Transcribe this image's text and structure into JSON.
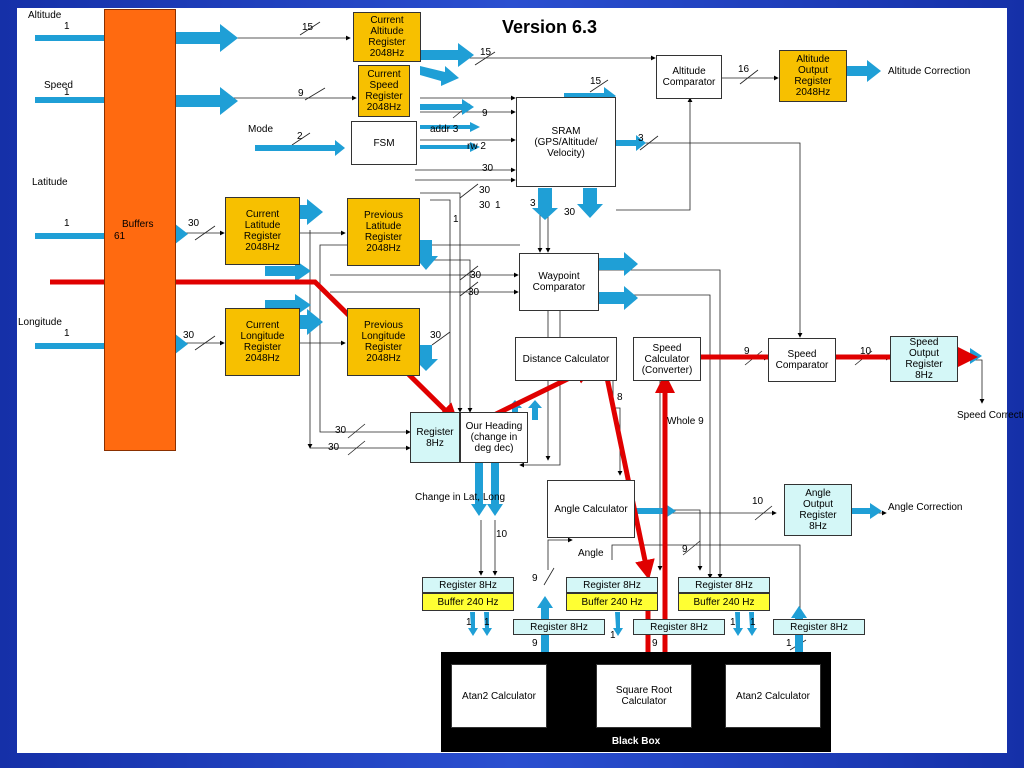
{
  "title": "Version 6.3",
  "inputs": {
    "altitude": "Altitude",
    "speed": "Speed",
    "mode": "Mode",
    "latitude": "Latitude",
    "longitude": "Longitude"
  },
  "buffers": {
    "label": "Buffers",
    "width": "61"
  },
  "registers": {
    "current_altitude": "Current\nAltitude\nRegister\n2048Hz",
    "current_speed": "Current\nSpeed\nRegister\n2048Hz",
    "current_latitude": "Current\nLatitude\nRegister\n2048Hz",
    "current_longitude": "Current\nLongitude\nRegister\n2048Hz",
    "previous_latitude": "Previous\nLatitude\nRegister\n2048Hz",
    "previous_longitude": "Previous\nLongitude\nRegister\n2048Hz",
    "altitude_output": "Altitude\nOutput\nRegister\n2048Hz",
    "speed_output": "Speed\nOutput\nRegister\n8Hz",
    "angle_output": "Angle\nOutput\nRegister\n8Hz",
    "register_8hz": "Register\n8Hz"
  },
  "blocks": {
    "fsm": "FSM",
    "sram": "SRAM\n(GPS/Altitude/\nVelocity)",
    "altitude_comparator": "Altitude\nComparator",
    "waypoint_comparator": "Waypoint\nComparator",
    "distance_calculator": "Distance Calculator",
    "speed_calculator": "Speed\nCalculator\n(Converter)",
    "speed_comparator": "Speed\nComparator",
    "our_heading": "Our Heading\n(change in\ndeg dec)",
    "angle_calculator": "Angle Calculator"
  },
  "bottom_row": {
    "register_8hz": "Register 8Hz",
    "buffer_240hz": "Buffer 240 Hz"
  },
  "black_box": {
    "title": "Black Box",
    "atan2_left": "Atan2 Calculator",
    "sqrt": "Square Root\nCalculator",
    "atan2_right": "Atan2 Calculator"
  },
  "outputs": {
    "altitude_correction": "Altitude\nCorrection",
    "speed_correction": "Speed\nCorrection",
    "angle_correction": "Angle\nCorrection"
  },
  "signals": {
    "change_in_lat_long": "Change in\nLat, Long",
    "angle": "Angle",
    "whole": "Whole\n9",
    "addr": "addr 3",
    "rw": "rw 2"
  },
  "bus_widths": [
    "1",
    "1",
    "1",
    "1",
    "15",
    "15",
    "15",
    "9",
    "9",
    "2",
    "30",
    "30",
    "30",
    "30",
    "30",
    "30",
    "30",
    "30",
    "30",
    "3",
    "3",
    "30",
    "1",
    "1",
    "16",
    "9",
    "10",
    "8",
    "10",
    "10",
    "9",
    "9",
    "9",
    "9",
    "1",
    "1",
    "1",
    "1",
    "1",
    "1",
    "30"
  ]
}
